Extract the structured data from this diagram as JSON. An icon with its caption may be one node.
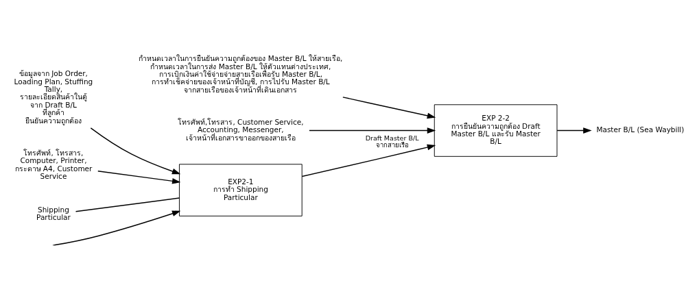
{
  "diagram": {
    "nodes": [
      {
        "text": [
          "EXP2-1",
          "การทำ Shipping Particular"
        ]
      },
      {
        "text": [
          "EXP 2-2",
          "การยืนยันความถูกต้อง Draft Master B/L และรับ Master B/L"
        ]
      },
      {
        "text": [
          "ข้อมูลจาก Job Order, Loading Plan, Stuffing Tally, รายละเอียดสินค้าในตู้ จาก Draft B/L ที่ลูกค้า ยืนยันความถูกต้อง"
        ]
      },
      {
        "text": [
          "โทรศัพท์, โทรสาร, Computer, Printer, กระดาษ A4, Customer Service"
        ]
      },
      {
        "text": [
          "กำหนดเวลาในการยืนยันความถูกต้องของ Master B/L ให้สายเรือ, กำหนดเวลาในการส่ง Master B/L ให้ตัวแทนต่างประเทศ, การเบิกเงินค่าใช้จ่ายจ่ายสายเรือเพื่อรับ Master B/L, การทำเช็คจ่ายของเจ้าหน้าที่บัญชี, การไปรับ Master B/L จากสายเรือของเจ้าหน้าที่เดินเอกสาร"
        ]
      },
      {
        "text": [
          "โทรศัพท์,โทรสาร, Customer Service, Accounting, Messenger, เจ้าหน้าที่เอกสารขาออกของสายเรือ"
        ]
      },
      {
        "text": [
          "Master B/L (Sea Waybill)"
        ]
      },
      {
        "text": [
          "Shipping Particular"
        ]
      }
    ],
    "edges": [
      {
        "from": null,
        "to": 0,
        "arrow": "to"
      },
      {
        "from": 2,
        "to": 0,
        "arrow": "to"
      },
      {
        "from": 3,
        "to": 0,
        "arrow": "to"
      },
      {
        "from": 7,
        "to": 0,
        "arrow": "none"
      },
      {
        "from": 0,
        "to": 1,
        "arrow": "to",
        "label": "Draft Master B/L จากสายเรือ"
      },
      {
        "from": 4,
        "to": 1,
        "arrow": "to"
      },
      {
        "from": 5,
        "to": 1,
        "arrow": "to"
      },
      {
        "from": 1,
        "to": 6,
        "arrow": "to"
      }
    ]
  }
}
